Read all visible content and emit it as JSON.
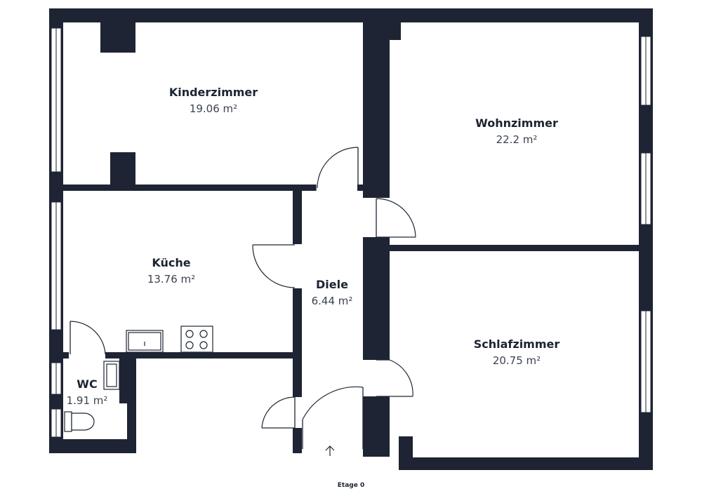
{
  "floor_label": "Etage 0",
  "colors": {
    "wall": "#1e2433",
    "background": "#ffffff",
    "text": "#1c2331"
  },
  "rooms": [
    {
      "name": "Kinderzimmer",
      "area": "19.06 m²"
    },
    {
      "name": "Wohnzimmer",
      "area": "22.2 m²"
    },
    {
      "name": "Küche",
      "area": "13.76 m²"
    },
    {
      "name": "Diele",
      "area": "6.44 m²"
    },
    {
      "name": "Schlafzimmer",
      "area": "20.75 m²"
    },
    {
      "name": "WC",
      "area": "1.91 m²"
    }
  ],
  "icons": {
    "entrance": "up-arrow-icon",
    "stove": "stove-icon",
    "sink": "sink-icon",
    "toilet": "toilet-icon"
  }
}
